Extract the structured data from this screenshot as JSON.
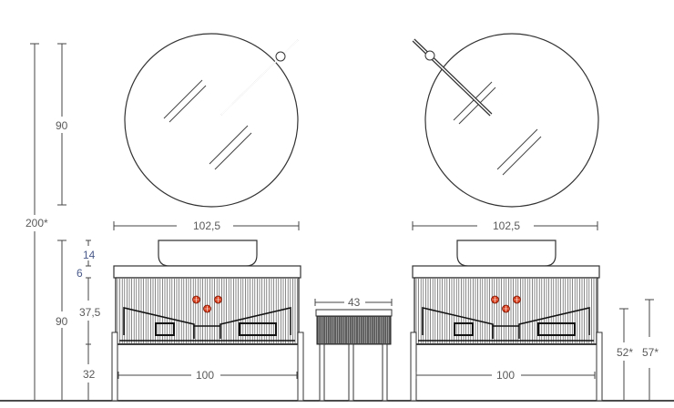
{
  "drawing": {
    "total_height": "200*",
    "mirror_height": "90",
    "cabinet_height": "90",
    "basin_height": "14",
    "top_thickness": "6",
    "drawer_height": "37,5",
    "leg_height": "32",
    "mirror_width": "102,5",
    "top_width_left": "102,5",
    "top_width_right": "102,5",
    "frame_width_left": "100",
    "frame_width_right": "100",
    "side_depth": "43",
    "height_52": "52*",
    "height_57": "57*"
  },
  "colors": {
    "line": "#333333",
    "knob": "#d9411e",
    "text": "#5a5a5a"
  }
}
